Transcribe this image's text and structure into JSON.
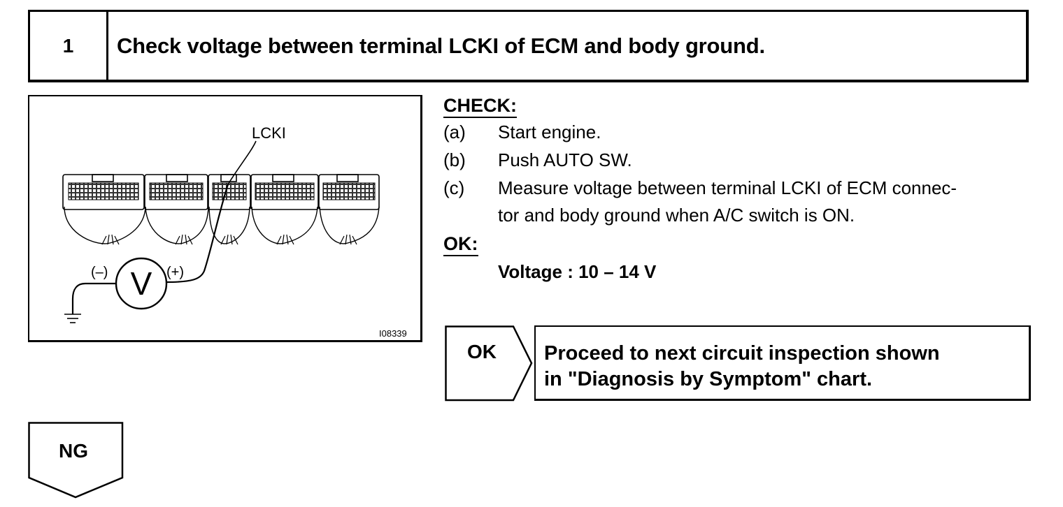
{
  "step": {
    "number": "1",
    "title": "Check voltage between terminal LCKI of ECM and body ground."
  },
  "diagram": {
    "terminal_label": "LCKI",
    "negative_label": "(–)",
    "positive_label": "(+)",
    "meter_symbol": "V",
    "figure_id": "I08339"
  },
  "check": {
    "heading": "CHECK:",
    "steps": [
      {
        "label": "(a)",
        "text": "Start engine."
      },
      {
        "label": "(b)",
        "text": "Push AUTO SW."
      },
      {
        "label": "(c)",
        "text": "Measure voltage between terminal LCKI of ECM connec-",
        "text2": "tor and body ground when A/C switch is ON."
      }
    ]
  },
  "ok": {
    "heading": "OK:",
    "spec": "Voltage : 10 – 14 V"
  },
  "result": {
    "ok_label": "OK",
    "ok_line1": "Proceed to next circuit inspection shown",
    "ok_line2": "in \"Diagnosis by Symptom\" chart.",
    "ng_label": "NG"
  }
}
